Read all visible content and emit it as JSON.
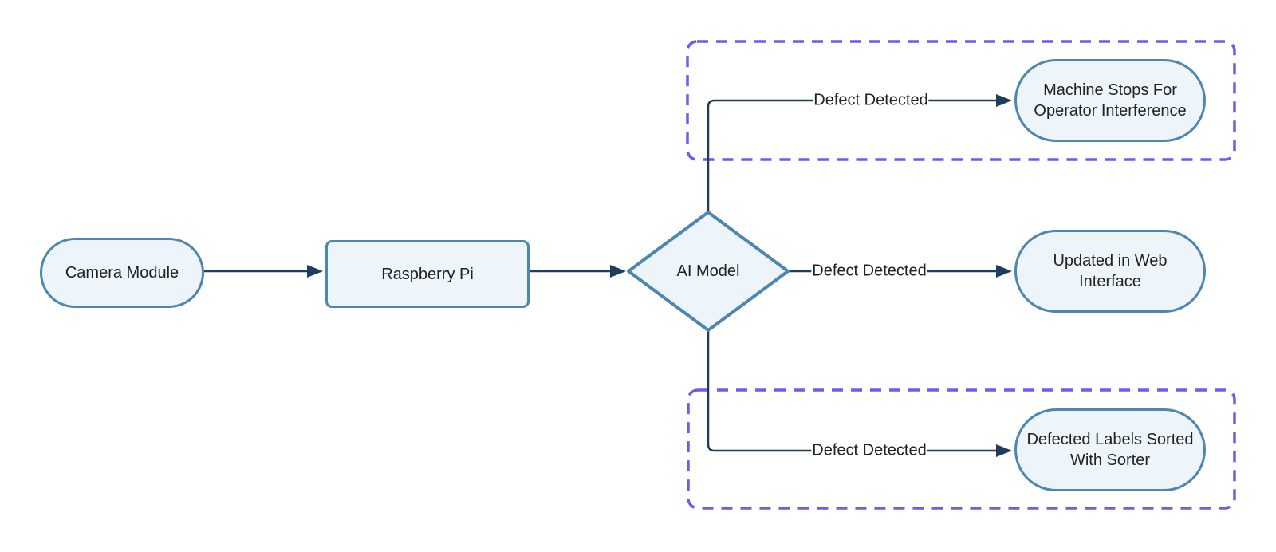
{
  "diagram": {
    "colors": {
      "background": "#ffffff",
      "node_border": "#4d86b0",
      "node_fill": "#edf5fb",
      "edge": "#1f3b5e",
      "group_border": "#6c5cf0",
      "text": "#222222"
    },
    "nodes": {
      "camera": {
        "label": "Camera Module",
        "shape": "stadium"
      },
      "raspberry_pi": {
        "label": "Raspberry Pi",
        "shape": "rounded-rect"
      },
      "ai_model": {
        "label": "AI Model",
        "shape": "diamond"
      },
      "machine_stops": {
        "label": "Machine Stops For Operator Interference",
        "shape": "stadium",
        "grouped": true
      },
      "web_interface": {
        "label": "Updated in Web Interface",
        "shape": "stadium",
        "grouped": false
      },
      "sorter": {
        "label": "Defected Labels Sorted With Sorter",
        "shape": "stadium",
        "grouped": true
      }
    },
    "edges": [
      {
        "from": "camera",
        "to": "raspberry_pi",
        "label": ""
      },
      {
        "from": "raspberry_pi",
        "to": "ai_model",
        "label": ""
      },
      {
        "from": "ai_model",
        "to": "machine_stops",
        "label": "Defect Detected"
      },
      {
        "from": "ai_model",
        "to": "web_interface",
        "label": "Defect Detected"
      },
      {
        "from": "ai_model",
        "to": "sorter",
        "label": "Defect Detected"
      }
    ]
  }
}
